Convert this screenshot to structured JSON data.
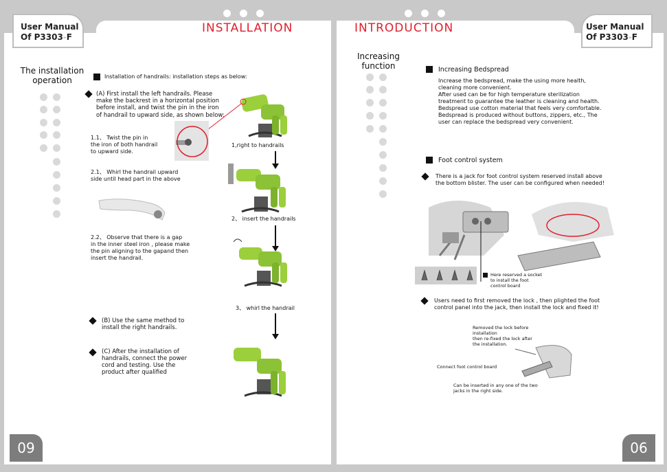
{
  "left_page": {
    "header_title": "User Manual",
    "header_model_prefix": "Of P3303",
    "header_model_suffix": "F",
    "section_title": "INSTALLATION",
    "side_heading": "The installation\noperation",
    "main_heading": "Installation of handrails: installation steps as below:",
    "step_a": "(A) First install the left handrails. Please\nmake the backrest in a horizontal position\nbefore install, and twist the pin in the iron\nof handrail to upward side, as shown below:",
    "step_1_1": "1.1、 Twist the pin in\nthe iron of both handrail\nto upward side.",
    "step_2_1": "2.1、 Whirl the handrail upward\nside until head part in the above",
    "step_2_2": "2.2、 Observe that there is a gap\nin the inner steel iron , please make\nthe pin aligning to the gapand then\ninsert the handrail.",
    "step_b": "(B) Use the same method to\n      install the right handrails.",
    "step_c": "(C) After the installation of\nhandrails, connect the power\ncord and testing. Use the\nproduct after qualified",
    "caption_1": "1,right to handrails",
    "caption_2": "2、 insert the handrails",
    "caption_3": "3、 whirl the handrail",
    "page_number": "09"
  },
  "right_page": {
    "header_title": "User Manual",
    "header_model_prefix": "Of P3303",
    "header_model_suffix": "F",
    "section_title": "INTRODUCTION",
    "side_heading": "Increasing\nfunction",
    "heading_bedspread": "Increasing Bedspread",
    "bedspread_text": "Increase  the  bedspread,  make  the  using  more  health,\ncleaning more convenient.\nAfter  used  can  be  for  high  temperature  sterilization\ntreatment to guarantee the leather is cleaning and health.\nBedspread use cotton material that feels very comfortable.\nBedspread is produced without buttons, zippers, etc., The\nuser can replace the bedspread very convenient.",
    "heading_foot": "Foot  control  system",
    "foot_text_1": "There is a jack for foot control system reserved install above\nthe bottom blister. The user can be configured when needed!",
    "socket_label": "Here reserved a socket\n to install the foot\ncontrol board",
    "foot_text_2": "Users need to first removed the lock , then plighted the foot\ncontrol panel into the jack, then install the lock and fixed it!",
    "lock_label": "Removed the lock before\ninstallation\nthen re-fixed the lock after\nthe installation.",
    "connect_label": "Connect foot control board",
    "jacks_label": "Can be inserted in any one of the  two\njacks in the right side.",
    "page_number": "06"
  },
  "colors": {
    "accent_red": "#e0202c",
    "chair_green": "#9ccf3c",
    "frame_gray": "#c9c9c9",
    "page_number_bg": "#7d7d7d"
  }
}
